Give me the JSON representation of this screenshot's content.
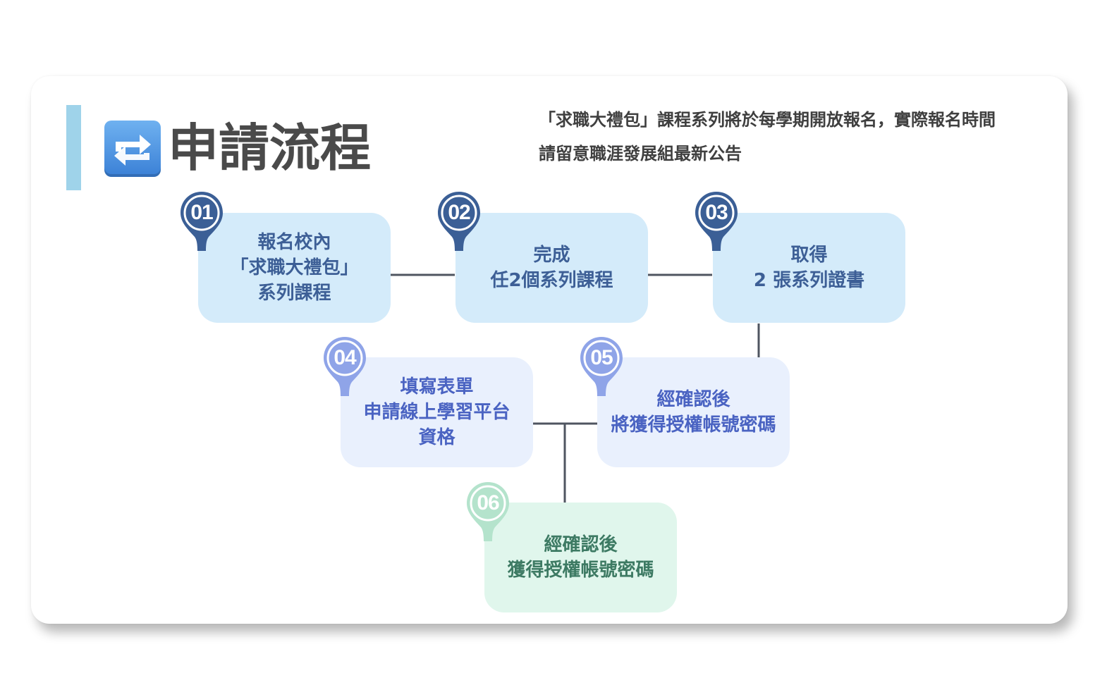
{
  "header": {
    "icon": "repeat-arrows-icon",
    "title": "申請流程",
    "accent_color": "#9fd3ea"
  },
  "notice": {
    "line1": "「求職大禮包」課程系列將於每學期開放報名，實際報名時間",
    "line2": "請留意職涯發展組最新公告"
  },
  "steps": [
    {
      "number": "01",
      "lines": [
        "報名校內",
        "「求職大禮包」",
        "系列課程"
      ],
      "pin_color": "#3b5f96"
    },
    {
      "number": "02",
      "lines": [
        "完成",
        "任2個系列課程"
      ],
      "pin_color": "#3b5f96"
    },
    {
      "number": "03",
      "lines": [
        "取得",
        "2 張系列證書"
      ],
      "pin_color": "#3b5f96"
    },
    {
      "number": "04",
      "lines": [
        "填寫表單",
        "申請線上學習平台",
        "資格"
      ],
      "pin_color": "#8fa4e8"
    },
    {
      "number": "05",
      "lines": [
        "經確認後",
        "將獲得授權帳號密碼"
      ],
      "pin_color": "#8fa4e8"
    },
    {
      "number": "06",
      "lines": [
        "經確認後",
        "獲得授權帳號密碼"
      ],
      "pin_color": "#b4e3cc"
    }
  ]
}
